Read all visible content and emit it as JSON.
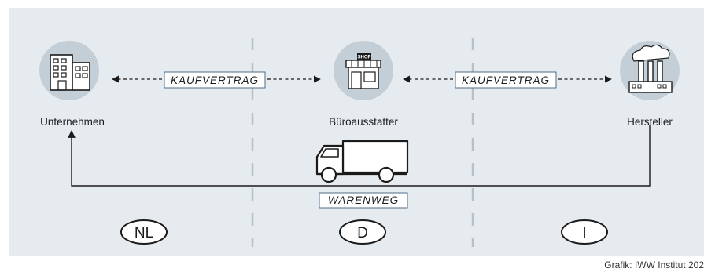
{
  "entities": {
    "left": {
      "label": "Unternehmen",
      "icon": "office-building-icon"
    },
    "middle": {
      "label": "Büroausstatter",
      "icon": "shop-icon",
      "sign": "SHOP"
    },
    "right": {
      "label": "Hersteller",
      "icon": "factory-icon"
    }
  },
  "contracts": [
    {
      "label": "KAUFVERTRAG"
    },
    {
      "label": "KAUFVERTRAG"
    }
  ],
  "flow": {
    "label": "WARENWEG",
    "icon": "truck-icon"
  },
  "countries": [
    {
      "code": "NL"
    },
    {
      "code": "D"
    },
    {
      "code": "I"
    }
  ],
  "credit": "Grafik: IWW Institut 202",
  "colors": {
    "background": "#e6ebef",
    "icon_circle": "#c3ced6",
    "line": "#1b1b1b",
    "divider": "#b9c1c7",
    "box_border": "#4d6e8a"
  }
}
